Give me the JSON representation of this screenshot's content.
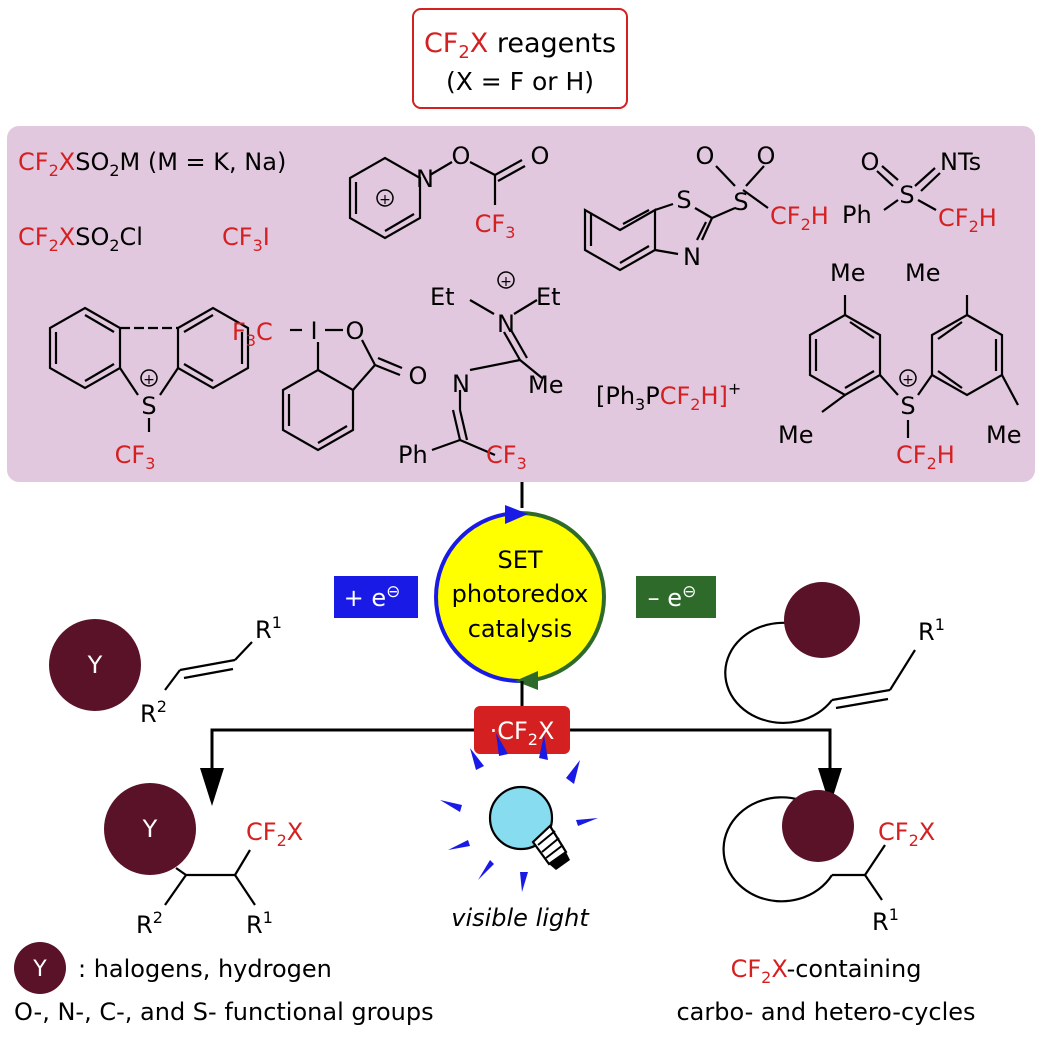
{
  "header": {
    "line1_parts": [
      "CF",
      "2",
      "X",
      " reagents"
    ],
    "line2": "(X = F or H)"
  },
  "reagents": {
    "r1": [
      "CF",
      "2",
      "X",
      "SO",
      "2",
      "M (M = K, Na)"
    ],
    "r2": [
      "CF",
      "2",
      "X",
      "SO",
      "2",
      "Cl"
    ],
    "r3": [
      "CF",
      "3",
      "I"
    ],
    "pyridinium": {
      "O": "O",
      "N": "N",
      "CF3": [
        "CF",
        "3"
      ]
    },
    "benzothiazole": {
      "S": "S",
      "N": "N",
      "O": "O",
      "CF2H": [
        "CF",
        "2",
        "H"
      ]
    },
    "sulfoximine": {
      "O": "O",
      "NTs": "NTs",
      "Ph": "Ph",
      "S": "S",
      "CF2H": [
        "CF",
        "2",
        "H"
      ]
    },
    "dibenzothiophenium": {
      "S": "S",
      "CF3": [
        "CF",
        "3"
      ]
    },
    "togni": {
      "F3C": [
        "F",
        "3",
        "C"
      ],
      "I": "I",
      "O": "O"
    },
    "amidinate": {
      "Et": "Et",
      "N": "N",
      "Me": "Me",
      "Ph": "Ph",
      "CF3": [
        "CF",
        "3"
      ]
    },
    "phosphonium": [
      "[Ph",
      "3",
      "P",
      "CF",
      "2",
      "H]",
      "+"
    ],
    "sulfonium": {
      "Me": "Me",
      "S": "S",
      "CF2H": [
        "CF",
        "2",
        "H"
      ]
    }
  },
  "cycle": {
    "lines": [
      "SET",
      "photoredox",
      "catalysis"
    ],
    "plus": [
      "+ e",
      "⊖"
    ],
    "minus": [
      "– e",
      "⊖"
    ]
  },
  "radical": [
    "·CF",
    "2",
    "X"
  ],
  "left": {
    "y": "Y",
    "r1": [
      "R",
      "1"
    ],
    "r2": [
      "R",
      "2"
    ],
    "product_cf2x": [
      "CF",
      "2",
      "X"
    ],
    "legend_line1": ": halogens, hydrogen",
    "legend_line2": "O-, N-, C-, and S- functional groups"
  },
  "right": {
    "r1": [
      "R",
      "1"
    ],
    "product_cf2x": [
      "CF",
      "2",
      "X"
    ],
    "caption_line1": [
      "CF",
      "2",
      "X",
      "-containing"
    ],
    "caption_line2": "carbo- and hetero-cycles"
  },
  "light_label": "visible light",
  "colors": {
    "red": "#d42020",
    "pink_panel": "#e2c8de",
    "maroon": "#5a1228",
    "yellow": "#ffff00",
    "blue_box": "#1a1ae6",
    "green_box": "#2e6b2a",
    "bulb": "#88dcf0"
  }
}
